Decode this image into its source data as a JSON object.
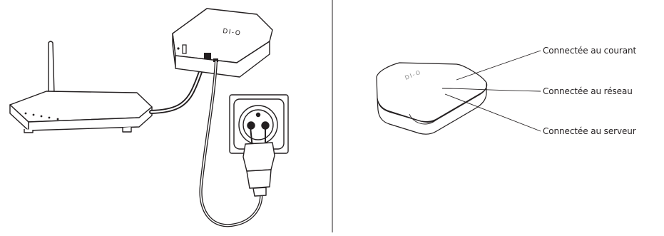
{
  "device": {
    "logo_text": "DI-O"
  },
  "labels": [
    {
      "id": "power",
      "text": "Connectée au courant"
    },
    {
      "id": "network",
      "text": "Connectée au réseau"
    },
    {
      "id": "server",
      "text": "Connectée au serveur"
    }
  ]
}
